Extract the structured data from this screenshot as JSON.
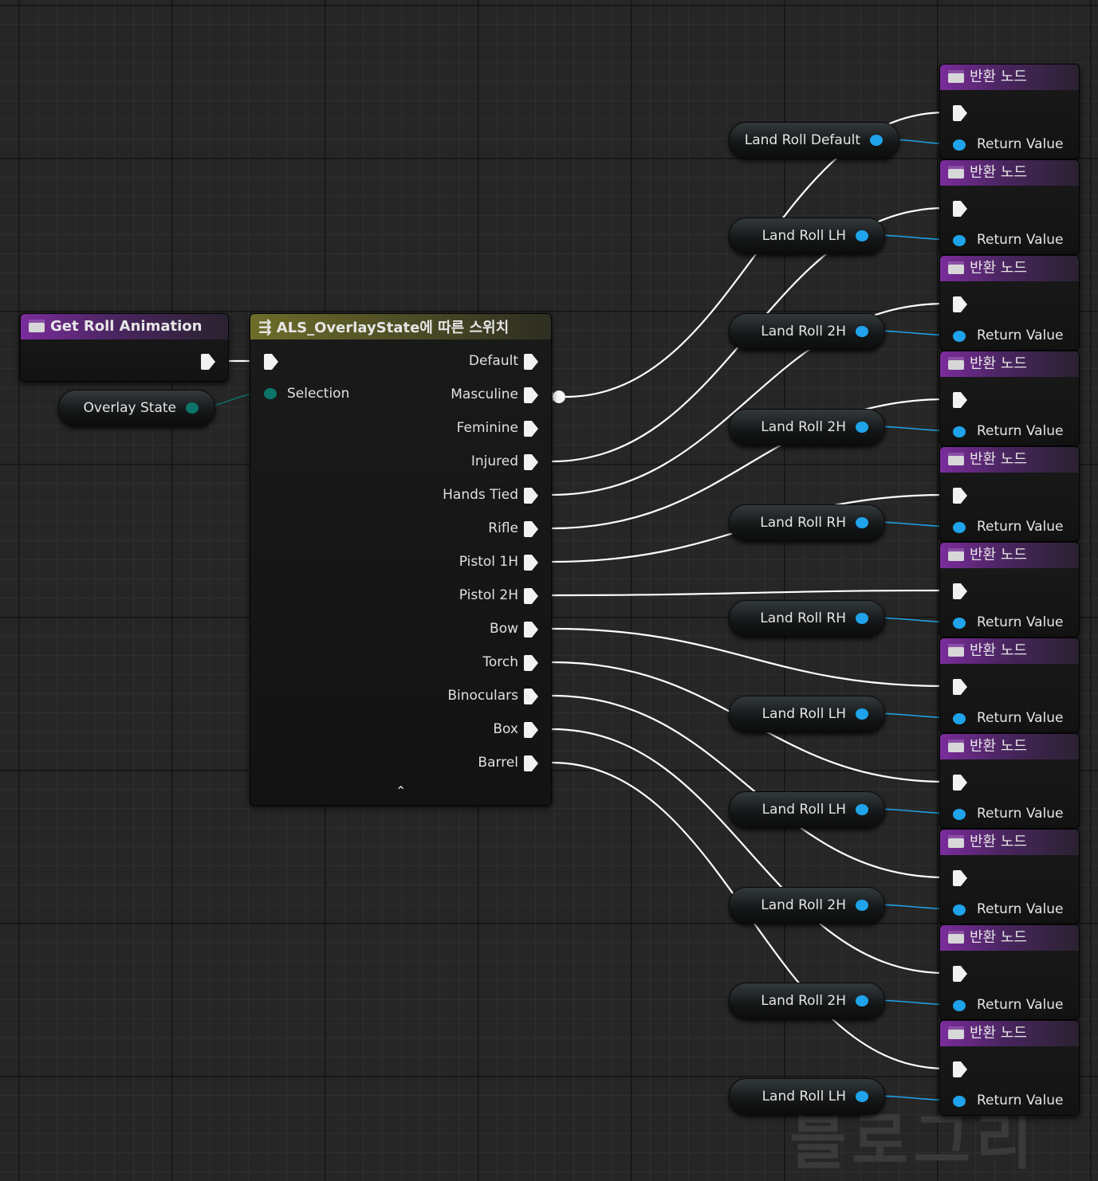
{
  "graph": {
    "function_entry": {
      "title": "Get Roll Animation",
      "icon": "function-icon"
    },
    "overlay_var": {
      "label": "Overlay State"
    },
    "switch": {
      "title": "ALS_OverlayState에 따른 스위치",
      "icon": "switch-icon",
      "selection_label": "Selection",
      "outputs": [
        "Default",
        "Masculine",
        "Feminine",
        "Injured",
        "Hands Tied",
        "Rifle",
        "Pistol 1H",
        "Pistol 2H",
        "Bow",
        "Torch",
        "Binoculars",
        "Box",
        "Barrel"
      ],
      "collapse_glyph": "⌃"
    },
    "vars": [
      "Land Roll Default",
      "Land Roll LH",
      "Land Roll 2H",
      "Land Roll 2H",
      "Land Roll RH",
      "Land Roll RH",
      "Land Roll LH",
      "Land Roll LH",
      "Land Roll 2H",
      "Land Roll 2H",
      "Land Roll LH"
    ],
    "returns": [
      {
        "title": "반환 노드",
        "value_label": "Return Value"
      },
      {
        "title": "반환 노드",
        "value_label": "Return Value"
      },
      {
        "title": "반환 노드",
        "value_label": "Return Value"
      },
      {
        "title": "반환 노드",
        "value_label": "Return Value"
      },
      {
        "title": "반환 노드",
        "value_label": "Return Value"
      },
      {
        "title": "반환 노드",
        "value_label": "Return Value"
      },
      {
        "title": "반환 노드",
        "value_label": "Return Value"
      },
      {
        "title": "반환 노드",
        "value_label": "Return Value"
      },
      {
        "title": "반환 노드",
        "value_label": "Return Value"
      },
      {
        "title": "반환 노드",
        "value_label": "Return Value"
      },
      {
        "title": "반환 노드",
        "value_label": "Return Value"
      }
    ],
    "exec_links": [
      [
        "Default",
        0
      ],
      [
        "Injured",
        1
      ],
      [
        "Hands Tied",
        2
      ],
      [
        "Rifle",
        3
      ],
      [
        "Pistol 1H",
        4
      ],
      [
        "Pistol 2H",
        5
      ],
      [
        "Bow",
        6
      ],
      [
        "Torch",
        7
      ],
      [
        "Binoculars",
        8
      ],
      [
        "Box",
        9
      ],
      [
        "Barrel",
        10
      ]
    ],
    "watermark": "블로그리"
  },
  "colors": {
    "exec_wire": "#ffffff",
    "object_pin": "#1fa3ea",
    "enum_pin": "#0c7469",
    "function_header": "#7b2c9c",
    "switch_header": "#6d6d2a"
  }
}
